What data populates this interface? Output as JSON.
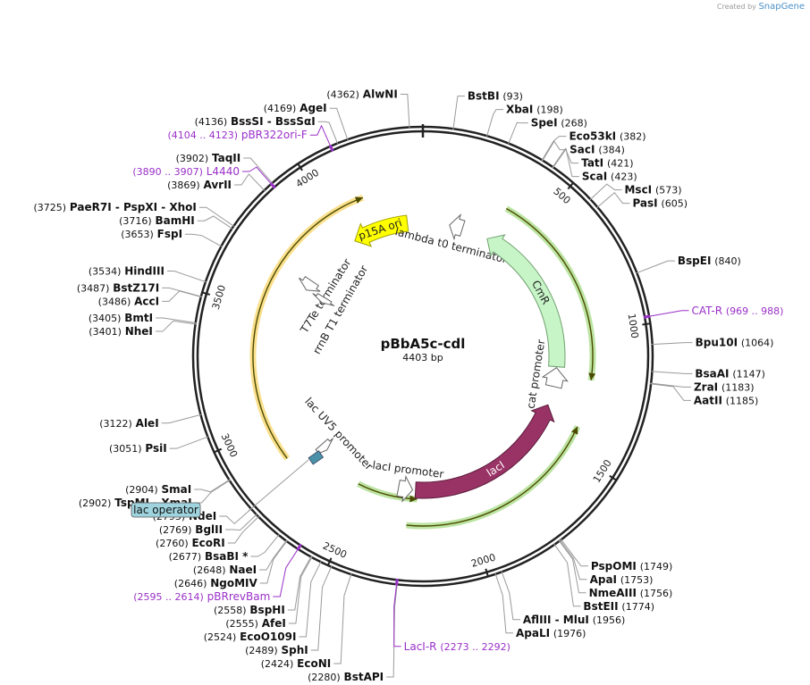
{
  "credit": {
    "prefix": "Created by",
    "brand": "SnapGene"
  },
  "plasmid": {
    "name": "pBbA5c-cdl",
    "size_label": "4403 bp",
    "length": 4403
  },
  "colors": {
    "enzyme": "#000000",
    "primer": "#9a30c8",
    "line": "#9a9a9a",
    "ring": "#222222"
  },
  "ticks": [
    {
      "pos": 500,
      "label": "500"
    },
    {
      "pos": 1000,
      "label": "1000"
    },
    {
      "pos": 1500,
      "label": "1500"
    },
    {
      "pos": 2000,
      "label": "2000"
    },
    {
      "pos": 2500,
      "label": "2500"
    },
    {
      "pos": 3000,
      "label": "3000"
    },
    {
      "pos": 3500,
      "label": "3500"
    },
    {
      "pos": 4000,
      "label": "4000"
    }
  ],
  "enzymes": [
    {
      "pos": 4362,
      "side": "L",
      "coord": "(4362)",
      "names": "AlwNI"
    },
    {
      "pos": 93,
      "side": "R",
      "coord": "(93)",
      "names": "BstBI"
    },
    {
      "pos": 198,
      "side": "R",
      "coord": "(198)",
      "names": "XbaI"
    },
    {
      "pos": 268,
      "side": "R",
      "coord": "(268)",
      "names": "SpeI"
    },
    {
      "pos": 382,
      "side": "R",
      "coord": "(382)",
      "names": "Eco53kI"
    },
    {
      "pos": 384,
      "side": "R",
      "coord": "(384)",
      "names": "SacI"
    },
    {
      "pos": 421,
      "side": "R",
      "coord": "(421)",
      "names": "TatI"
    },
    {
      "pos": 423,
      "side": "R",
      "coord": "(423)",
      "names": "ScaI"
    },
    {
      "pos": 573,
      "side": "R",
      "coord": "(573)",
      "names": "MscI"
    },
    {
      "pos": 605,
      "side": "R",
      "coord": "(605)",
      "names": "PasI"
    },
    {
      "pos": 840,
      "side": "R",
      "coord": "(840)",
      "names": "BspEI"
    },
    {
      "pos": 1064,
      "side": "R",
      "coord": "(1064)",
      "names": "Bpu10I"
    },
    {
      "pos": 1147,
      "side": "R",
      "coord": "(1147)",
      "names": "BsaAI"
    },
    {
      "pos": 1183,
      "side": "R",
      "coord": "(1183)",
      "names": "ZraI"
    },
    {
      "pos": 1185,
      "side": "R",
      "coord": "(1185)",
      "names": "AatII"
    },
    {
      "pos": 1749,
      "side": "R",
      "coord": "(1749)",
      "names": "PspOMI"
    },
    {
      "pos": 1753,
      "side": "R",
      "coord": "(1753)",
      "names": "ApaI"
    },
    {
      "pos": 1756,
      "side": "R",
      "coord": "(1756)",
      "names": "NmeAIII"
    },
    {
      "pos": 1774,
      "side": "R",
      "coord": "(1774)",
      "names": "BstEII"
    },
    {
      "pos": 1956,
      "side": "R",
      "coord": "(1956)",
      "names": "AflIII  - MluI"
    },
    {
      "pos": 1976,
      "side": "R",
      "coord": "(1976)",
      "names": "ApaLI"
    },
    {
      "pos": 2280,
      "side": "L",
      "coord": "(2280)",
      "names": "BstAPI"
    },
    {
      "pos": 2424,
      "side": "L",
      "coord": "(2424)",
      "names": "EcoNI"
    },
    {
      "pos": 2489,
      "side": "L",
      "coord": "(2489)",
      "names": "SphI"
    },
    {
      "pos": 2524,
      "side": "L",
      "coord": "(2524)",
      "names": "EcoO109I"
    },
    {
      "pos": 2555,
      "side": "L",
      "coord": "(2555)",
      "names": "AfeI"
    },
    {
      "pos": 2558,
      "side": "L",
      "coord": "(2558)",
      "names": "BspHI"
    },
    {
      "pos": 2646,
      "side": "L",
      "coord": "(2646)",
      "names": "NgoMIV"
    },
    {
      "pos": 2648,
      "side": "L",
      "coord": "(2648)",
      "names": "NaeI"
    },
    {
      "pos": 2677,
      "side": "L",
      "coord": "(2677)",
      "names": "BsaBI *"
    },
    {
      "pos": 2760,
      "side": "L",
      "coord": "(2760)",
      "names": "EcoRI"
    },
    {
      "pos": 2769,
      "side": "L",
      "coord": "(2769)",
      "names": "BglII"
    },
    {
      "pos": 2793,
      "side": "L",
      "coord": "(2793)",
      "names": "NdeI"
    },
    {
      "pos": 2902,
      "side": "L",
      "coord": "(2902)",
      "names": "TspMI  - XmaI"
    },
    {
      "pos": 2904,
      "side": "L",
      "coord": "(2904)",
      "names": "SmaI"
    },
    {
      "pos": 3051,
      "side": "L",
      "coord": "(3051)",
      "names": "PsiI"
    },
    {
      "pos": 3122,
      "side": "L",
      "coord": "(3122)",
      "names": "AleI"
    },
    {
      "pos": 3401,
      "side": "L",
      "coord": "(3401)",
      "names": "NheI"
    },
    {
      "pos": 3405,
      "side": "L",
      "coord": "(3405)",
      "names": "BmtI"
    },
    {
      "pos": 3486,
      "side": "L",
      "coord": "(3486)",
      "names": "AccI"
    },
    {
      "pos": 3487,
      "side": "L",
      "coord": "(3487)",
      "names": "BstZ17I"
    },
    {
      "pos": 3534,
      "side": "L",
      "coord": "(3534)",
      "names": "HindIII"
    },
    {
      "pos": 3653,
      "side": "L",
      "coord": "(3653)",
      "names": "FspI"
    },
    {
      "pos": 3716,
      "side": "L",
      "coord": "(3716)",
      "names": "BamHI"
    },
    {
      "pos": 3725,
      "side": "L",
      "coord": "(3725)",
      "names": "PaeR7I  - PspXI  - XhoI"
    },
    {
      "pos": 3869,
      "side": "L",
      "coord": "(3869)",
      "names": "AvrII"
    },
    {
      "pos": 3902,
      "side": "L",
      "coord": "(3902)",
      "names": "TaqII"
    },
    {
      "pos": 4136,
      "side": "L",
      "coord": "(4136)",
      "names": "BssSI  - BssSαI"
    },
    {
      "pos": 4169,
      "side": "L",
      "coord": "(4169)",
      "names": "AgeI"
    }
  ],
  "primers": [
    {
      "pos": 4113,
      "side": "L",
      "coord": "(4104 .. 4123)",
      "name": "pBR322ori-F"
    },
    {
      "pos": 3898,
      "side": "L",
      "coord": "(3890 .. 3907)",
      "name": "L4440"
    },
    {
      "pos": 978,
      "side": "R",
      "coord": "(969 .. 988)",
      "name": "CAT-R"
    },
    {
      "pos": 2604,
      "side": "L",
      "coord": "(2595 .. 2614)",
      "name": "pBRrevBam"
    },
    {
      "pos": 2282,
      "side": "R",
      "coord": "(2273 .. 2292)",
      "name": "LacI-R"
    }
  ],
  "features": [
    {
      "name": "p15A ori",
      "label": "p15A ori",
      "color": "#ffff00",
      "stroke": "#a0a000",
      "r": 150,
      "start": 4322,
      "end": 4030,
      "dir": "ccw",
      "label_inside": true
    },
    {
      "name": "lambda t0 terminator",
      "label": "lambda t0 terminator",
      "color": "#ffffff",
      "stroke": "#666666",
      "r": 150,
      "start": 210,
      "end": 140,
      "dir": "ccw",
      "label_inside": false
    },
    {
      "name": "CmR",
      "label": "CmR",
      "color": "#c8f5c8",
      "stroke": "#70a070",
      "r": 150,
      "start": 1155,
      "end": 350,
      "dir": "ccw",
      "label_inside": true
    },
    {
      "name": "cat promoter",
      "label": "cat promoter",
      "color": "#ffffff",
      "stroke": "#666666",
      "r": 150,
      "start": 1260,
      "end": 1160,
      "dir": "ccw",
      "label_inside": false
    },
    {
      "name": "lacI",
      "label": "lacI",
      "color": "#993366",
      "stroke": "#5a1a3a",
      "r": 150,
      "start": 2240,
      "end": 1360,
      "dir": "ccw",
      "label_inside": true
    },
    {
      "name": "lacI promoter",
      "label": "lacI promoter",
      "color": "#ffffff",
      "stroke": "#666666",
      "r": 150,
      "start": 2330,
      "end": 2255,
      "dir": "ccw",
      "label_inside": false
    },
    {
      "name": "T7Te terminator",
      "label": "T7Te terminator",
      "color": "#ffffff",
      "stroke": "#666666",
      "r": 150,
      "start": 3720,
      "end": 3665,
      "dir": "ccw",
      "label_inside": false
    },
    {
      "name": "rrnB T1 terminator",
      "label": "rrnB T1 terminator",
      "color": "#ffffff",
      "stroke": "#666666",
      "r": 128,
      "start": 3680,
      "end": 3645,
      "dir": "ccw",
      "label_inside": false
    },
    {
      "name": "lac UV5 promoter",
      "label": "lac UV5 promoter",
      "color": "#ffffff",
      "stroke": "#666666",
      "r": 150,
      "start": 2800,
      "end": 2760,
      "dir": "ccw",
      "label_inside": false
    }
  ],
  "orfs": [
    {
      "name": "orf-yellow",
      "color": "#f5b800",
      "r": 190,
      "start": 2850,
      "end": 4150,
      "dir": "cw"
    },
    {
      "name": "orf-green-cmr",
      "color": "#6bc330",
      "r": 190,
      "start": 360,
      "end": 1200,
      "dir": "cw"
    },
    {
      "name": "orf-green-laci",
      "color": "#6bc330",
      "r": 190,
      "start": 2270,
      "end": 1400,
      "dir": "ccw"
    },
    {
      "name": "orf-green-inner",
      "color": "#6bc330",
      "r": 160,
      "start": 2530,
      "end": 2230,
      "dir": "ccw"
    }
  ],
  "lac_operator": {
    "label": "lac operator"
  }
}
